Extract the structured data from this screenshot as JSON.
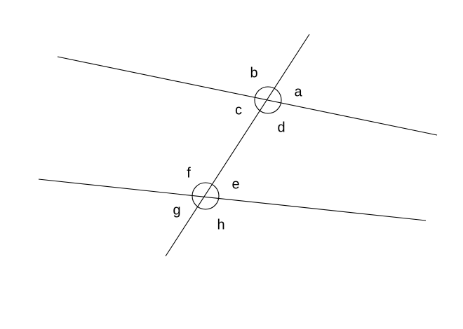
{
  "diagram": {
    "colors": {
      "stroke": "#000000",
      "background": "#ffffff"
    },
    "lines": [
      {
        "id": "upper-line"
      },
      {
        "id": "lower-line"
      },
      {
        "id": "transversal-line"
      }
    ],
    "intersections": [
      {
        "id": "upper-intersection",
        "angles": [
          "a",
          "b",
          "c",
          "d"
        ]
      },
      {
        "id": "lower-intersection",
        "angles": [
          "e",
          "f",
          "g",
          "h"
        ]
      }
    ],
    "labels": {
      "a": "a",
      "b": "b",
      "c": "c",
      "d": "d",
      "e": "e",
      "f": "f",
      "g": "g",
      "h": "h"
    }
  }
}
